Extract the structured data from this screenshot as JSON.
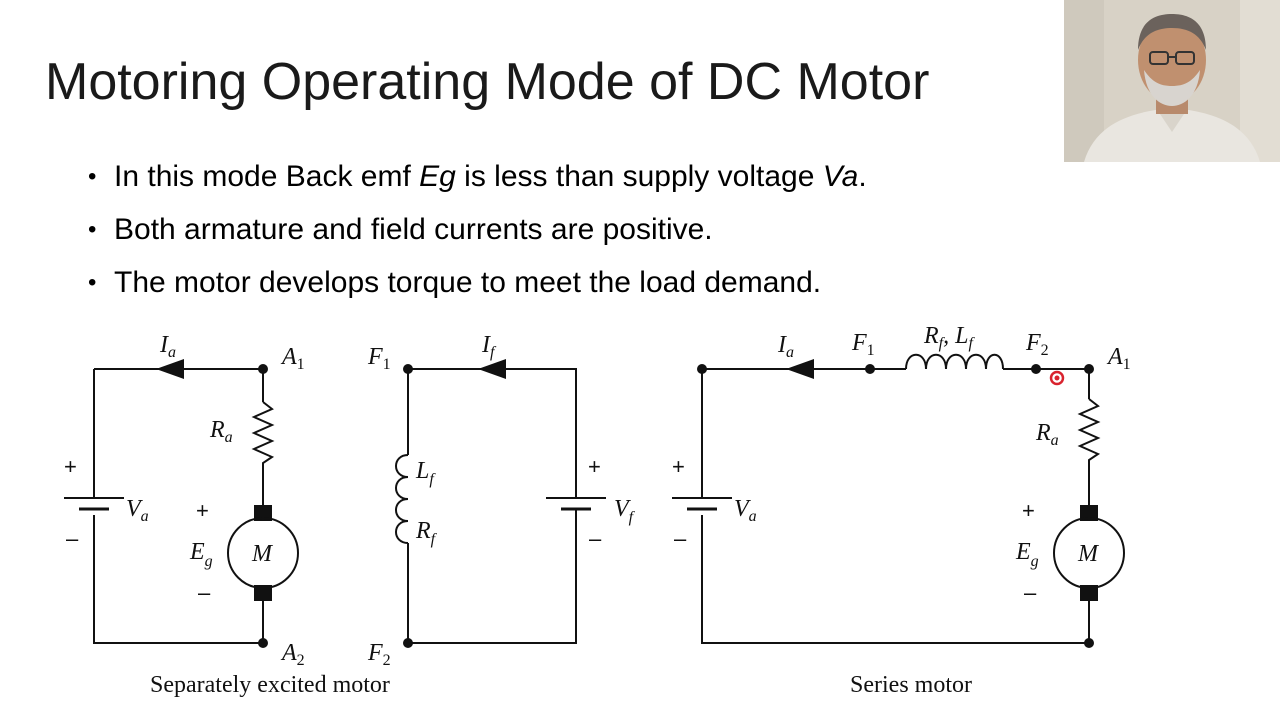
{
  "slide": {
    "title": "Motoring Operating Mode of DC Motor",
    "bullets": [
      {
        "pre": "In this mode Back emf ",
        "em1": "Eg",
        "mid": " is less than supply voltage ",
        "em2": "Va",
        "post": "."
      },
      {
        "text": "Both armature and field currents are positive."
      },
      {
        "text": "The motor develops torque to meet the load demand."
      }
    ]
  },
  "separately_excited": {
    "caption": "Separately excited motor",
    "Ia": "I",
    "Ia_sub": "a",
    "A1": "A",
    "A1_sub": "1",
    "A2": "A",
    "A2_sub": "2",
    "Ra": "R",
    "Ra_sub": "a",
    "Va": "V",
    "Va_sub": "a",
    "Eg": "E",
    "Eg_sub": "g",
    "M": "M",
    "plus": "+",
    "minus": "–",
    "F1": "F",
    "F1_sub": "1",
    "F2": "F",
    "F2_sub": "2",
    "If": "I",
    "If_sub": "f",
    "Lf": "L",
    "Lf_sub": "f",
    "Rf": "R",
    "Rf_sub": "f",
    "Vf": "V",
    "Vf_sub": "f"
  },
  "series": {
    "caption": "Series motor",
    "Ia": "I",
    "Ia_sub": "a",
    "F1": "F",
    "F1_sub": "1",
    "F2": "F",
    "F2_sub": "2",
    "A1": "A",
    "A1_sub": "1",
    "RfLf_R": "R",
    "RfLf_Rsub": "f",
    "RfLf_sep": ", ",
    "RfLf_L": "L",
    "RfLf_Lsub": "f",
    "Ra": "R",
    "Ra_sub": "a",
    "Va": "V",
    "Va_sub": "a",
    "Eg": "E",
    "Eg_sub": "g",
    "M": "M",
    "plus": "+",
    "minus": "–"
  },
  "colors": {
    "cursor": "#d9232e",
    "line": "#111111"
  }
}
